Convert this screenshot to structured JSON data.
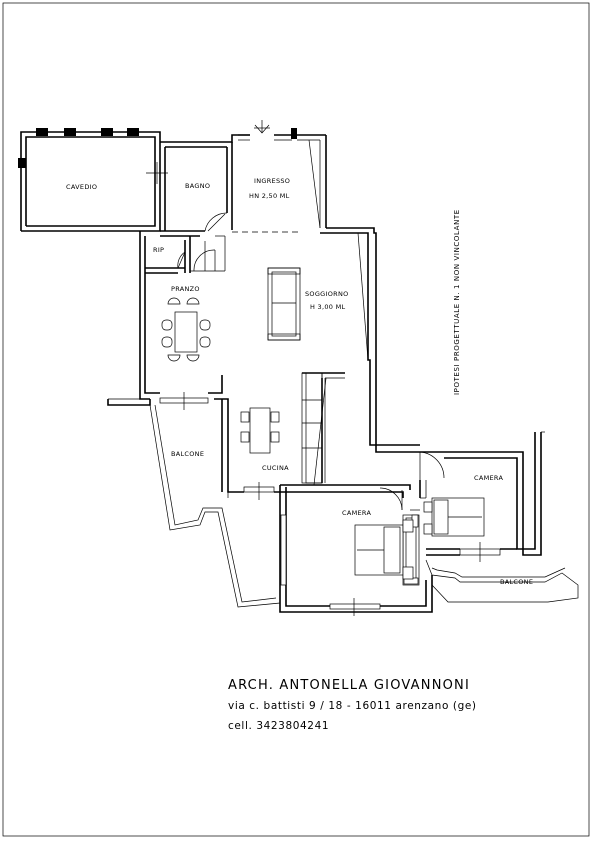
{
  "rooms": {
    "cavedio": "CAVEDIO",
    "bagno": "BAGNO",
    "ingresso": "INGRESSO",
    "ingresso_height": "HN 2,50 ML",
    "rip": "RIP",
    "pranzo": "PRANZO",
    "soggiorno": "SOGGIORNO",
    "soggiorno_height": "H 3,00 ML",
    "balcone_left": "BALCONE",
    "cucina": "CUCINA",
    "camera_center": "CAMERA",
    "camera_right": "CAMERA",
    "balcone_right": "BALCONE"
  },
  "side_note": "IPOTESI PROGETTUALE N. 1 NON VINCOLANTE",
  "title_block": {
    "architect": "ARCH.   ANTONELLA GIOVANNONI",
    "address": "via c. battisti  9 / 18 - 16011 arenzano (ge)",
    "phone": "cell. 3423804241"
  }
}
